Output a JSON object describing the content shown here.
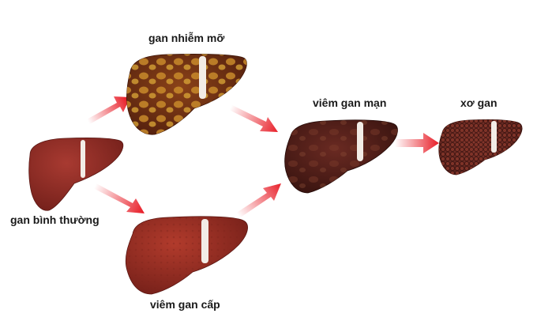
{
  "stages": {
    "fatty": {
      "label": "gan nhiễm mỡ"
    },
    "normal": {
      "label": "gan bình thường"
    },
    "acute": {
      "label": "viêm gan cấp"
    },
    "chronic": {
      "label": "viêm gan mạn"
    },
    "cirrhosis": {
      "label": "xơ gan"
    }
  },
  "colors": {
    "arrow": "#e8202a",
    "normal_liver": "#8e2a24",
    "fatty_liver": "#6e3012",
    "fat_spots": "#c88a2a",
    "acute_liver": "#9a2f25",
    "chronic_liver": "#4f1f1a",
    "cirrhosis_liver": "#6b2a22",
    "ligament": "#f2ece6"
  },
  "icons": [
    "liver-icon",
    "arrow-icon"
  ]
}
